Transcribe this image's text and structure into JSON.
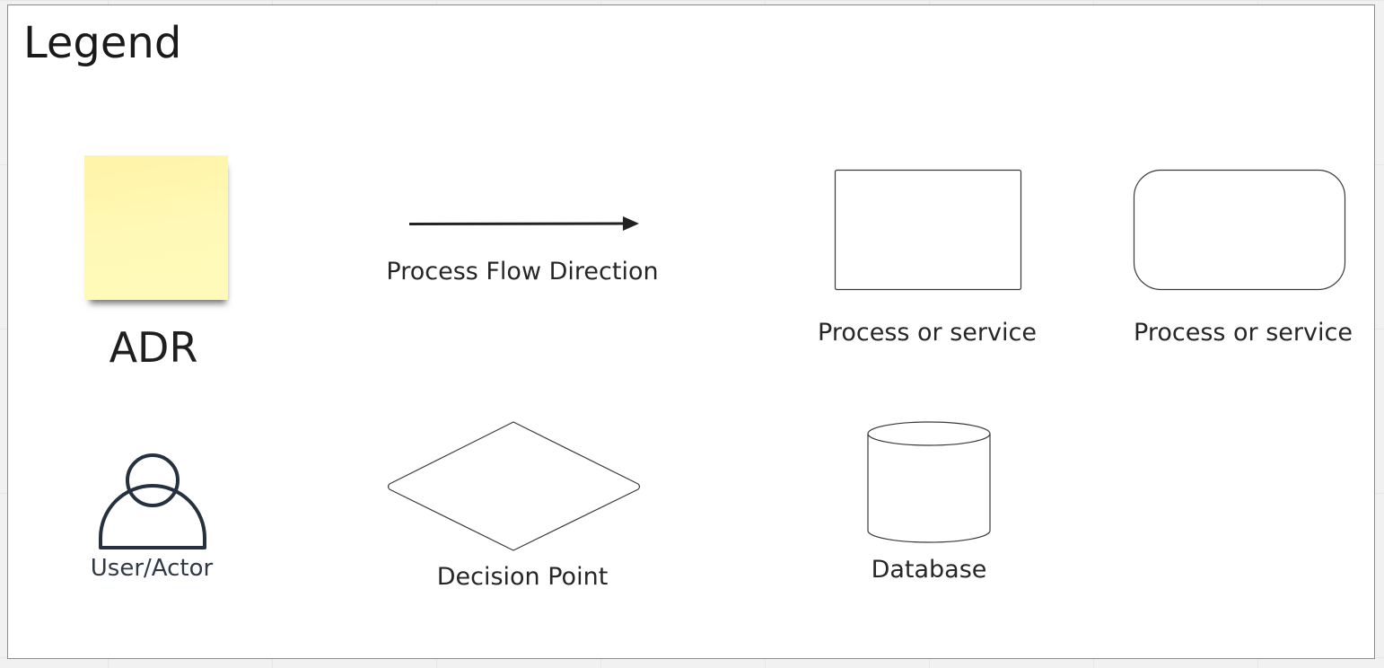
{
  "legend": {
    "title": "Legend",
    "items": {
      "adr": {
        "label": "ADR",
        "color": "#fff9b6"
      },
      "flow": {
        "label": "Process Flow Direction"
      },
      "process_rect": {
        "label": "Process or service"
      },
      "process_rounded": {
        "label": "Process or service"
      },
      "user": {
        "label": "User/Actor",
        "icon": "user-icon"
      },
      "decision": {
        "label": "Decision Point"
      },
      "database": {
        "label": "Database"
      }
    }
  }
}
